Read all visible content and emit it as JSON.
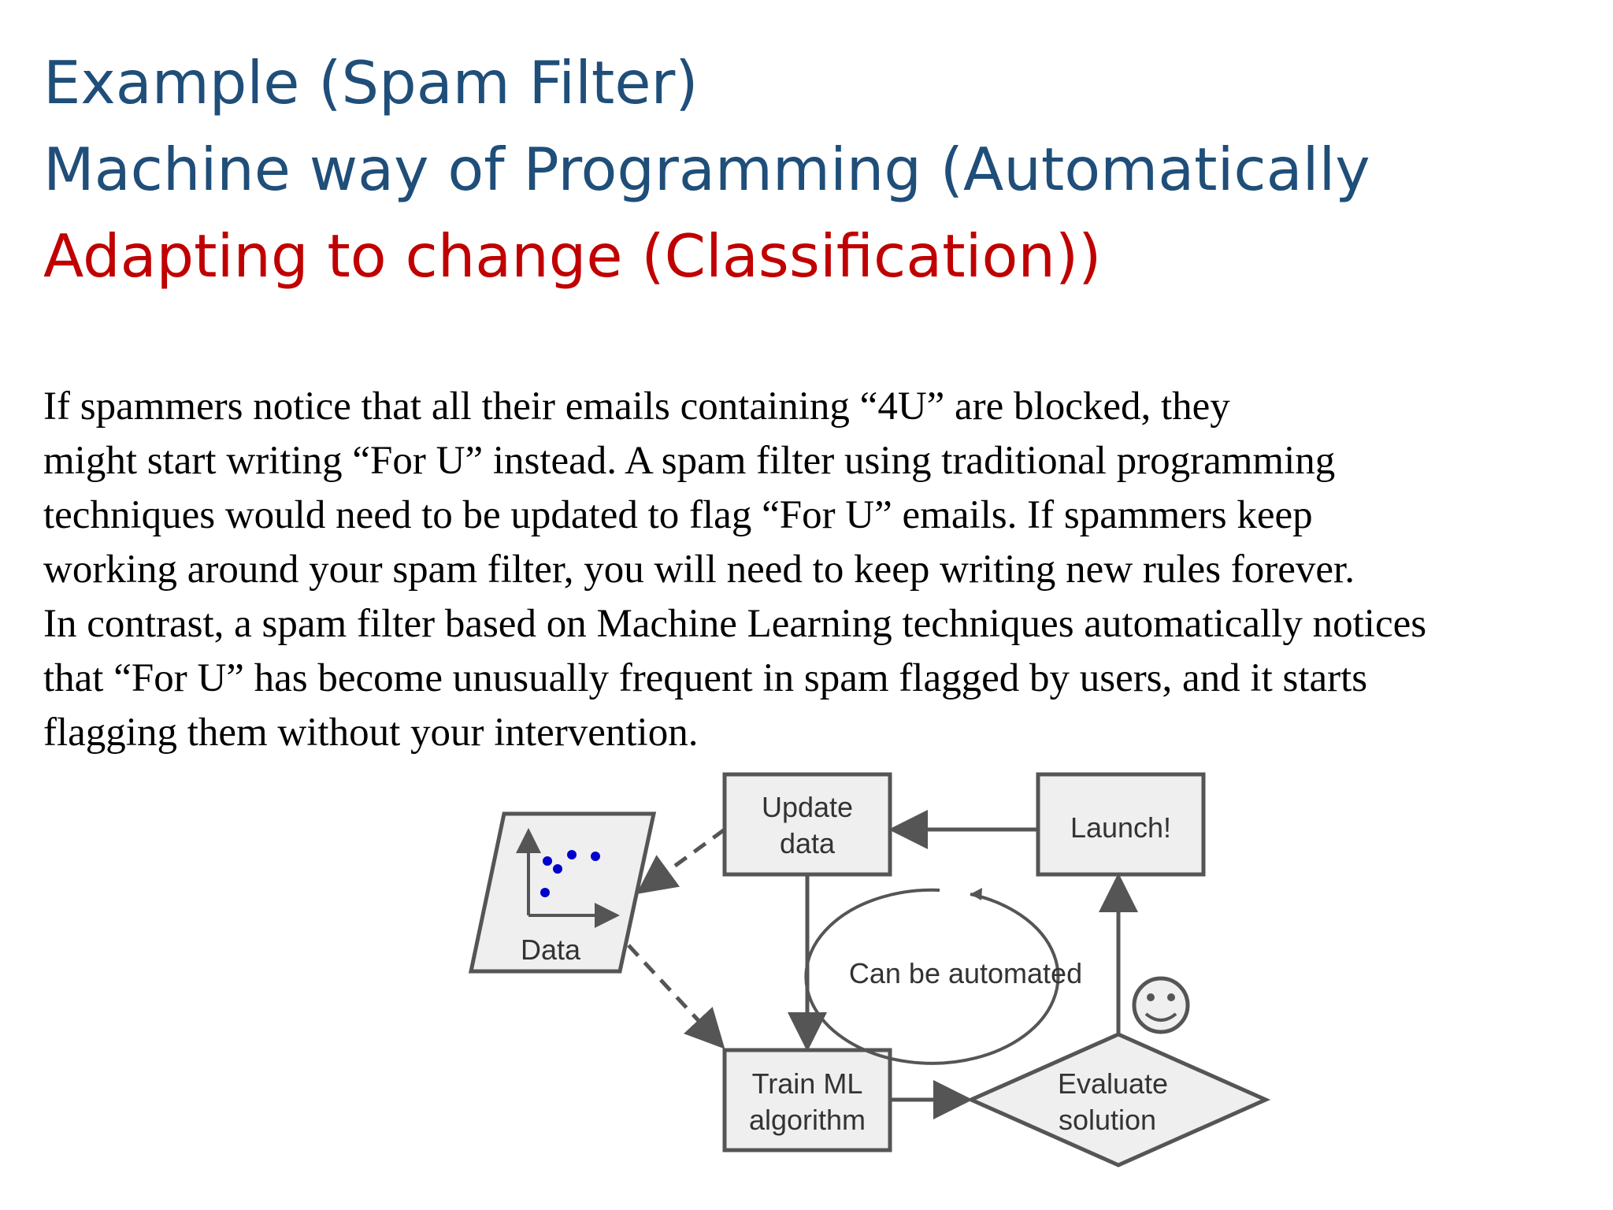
{
  "title": {
    "line1": "Example (Spam Filter)",
    "line2": "Machine way of Programming (Automatically",
    "line3": "Adapting to change (Classification))"
  },
  "body": {
    "lines": [
      "If spammers notice that all their emails containing “4U” are blocked, they",
      "might start writing “For U” instead. A spam filter using traditional programming",
      "techniques would need to be updated to flag “For U” emails. If spammers keep",
      "working around your spam filter, you will need to keep writing new rules forever.",
      "In contrast, a spam filter based on Machine Learning techniques automatically notices",
      "that “For U” has become unusually frequent in spam flagged by users, and it starts",
      "flagging them without your intervention."
    ]
  },
  "diagram": {
    "data_label": "Data",
    "update_data": [
      "Update",
      "data"
    ],
    "launch": "Launch!",
    "automated": "Can be automated",
    "train": [
      "Train ML",
      "algorithm"
    ],
    "evaluate": [
      "Evaluate",
      "solution"
    ],
    "icons": [
      "scatter-plot-icon",
      "smiley-face-icon"
    ],
    "colors": {
      "box_fill": "#efefef",
      "stroke": "#555555",
      "points": "#0000cc"
    }
  }
}
